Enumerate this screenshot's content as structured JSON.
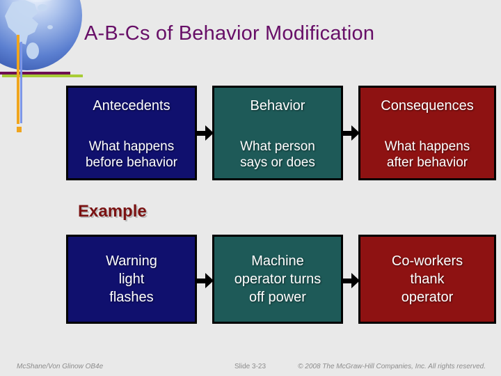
{
  "slide": {
    "title": "A-B-Cs of Behavior Modification",
    "example_label": "Example",
    "logo_icon": "globe",
    "abc_row": [
      {
        "heading": "Antecedents",
        "body": "What happens\nbefore behavior"
      },
      {
        "heading": "Behavior",
        "body": "What person\nsays or does"
      },
      {
        "heading": "Consequences",
        "body": "What happens\nafter behavior"
      }
    ],
    "example_row": [
      {
        "body": "Warning\nlight\nflashes"
      },
      {
        "body": "Machine\noperator turns\noff power"
      },
      {
        "body": "Co-workers\nthank\noperator"
      }
    ],
    "footer": {
      "credit": "McShane/Von Glinow OB4e",
      "slide_number": "Slide 3-23",
      "copyright": "© 2008 The McGraw-Hill Companies, Inc. All rights reserved."
    },
    "colors": {
      "background": "#e9e9e9",
      "title_text": "#670e67",
      "example_text": "#7a1212",
      "box_navy": "#10106e",
      "box_teal": "#1e5a58",
      "box_dark_red": "#8e1212",
      "box_text": "#ffffff",
      "footer_text": "#8c8c8c",
      "accent_purple": "#6d0f52",
      "accent_green": "#a8cc37",
      "accent_orange": "#f0a51e",
      "accent_blue": "#7e97e6"
    }
  }
}
